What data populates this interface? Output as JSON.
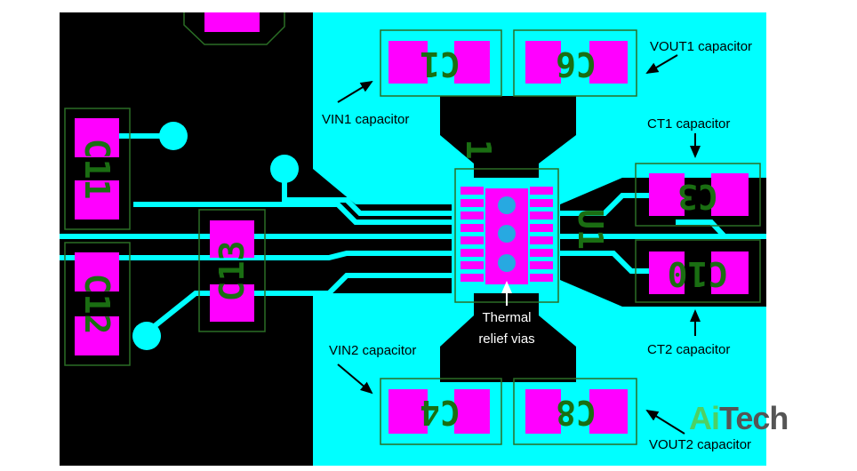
{
  "annotations": {
    "vout1": "VOUT1 capacitor",
    "vin1": "VIN1 capacitor",
    "ct1": "CT1 capacitor",
    "ct2": "CT2 capacitor",
    "vin2": "VIN2 capacitor",
    "vout2": "VOUT2 capacitor",
    "thermal_line1": "Thermal",
    "thermal_line2": "relief vias"
  },
  "designators": {
    "c1": "C1",
    "c6": "C6",
    "c3": "C3",
    "c10": "C10",
    "c4": "C4",
    "c8": "C8",
    "c11": "C11",
    "c12": "C12",
    "c13": "C13",
    "u1": "U1",
    "pin1": "1"
  },
  "logo": {
    "part1": "Ai",
    "part2": "Tech"
  },
  "colors": {
    "copper": "#00ffff",
    "background": "#000000",
    "pad": "#ff00ff",
    "outline": "#2a6e25",
    "silkscreen": "#1a6e12",
    "via": "#27a9e1",
    "logo_accent": "#4ed163",
    "logo_gray": "#555555"
  }
}
